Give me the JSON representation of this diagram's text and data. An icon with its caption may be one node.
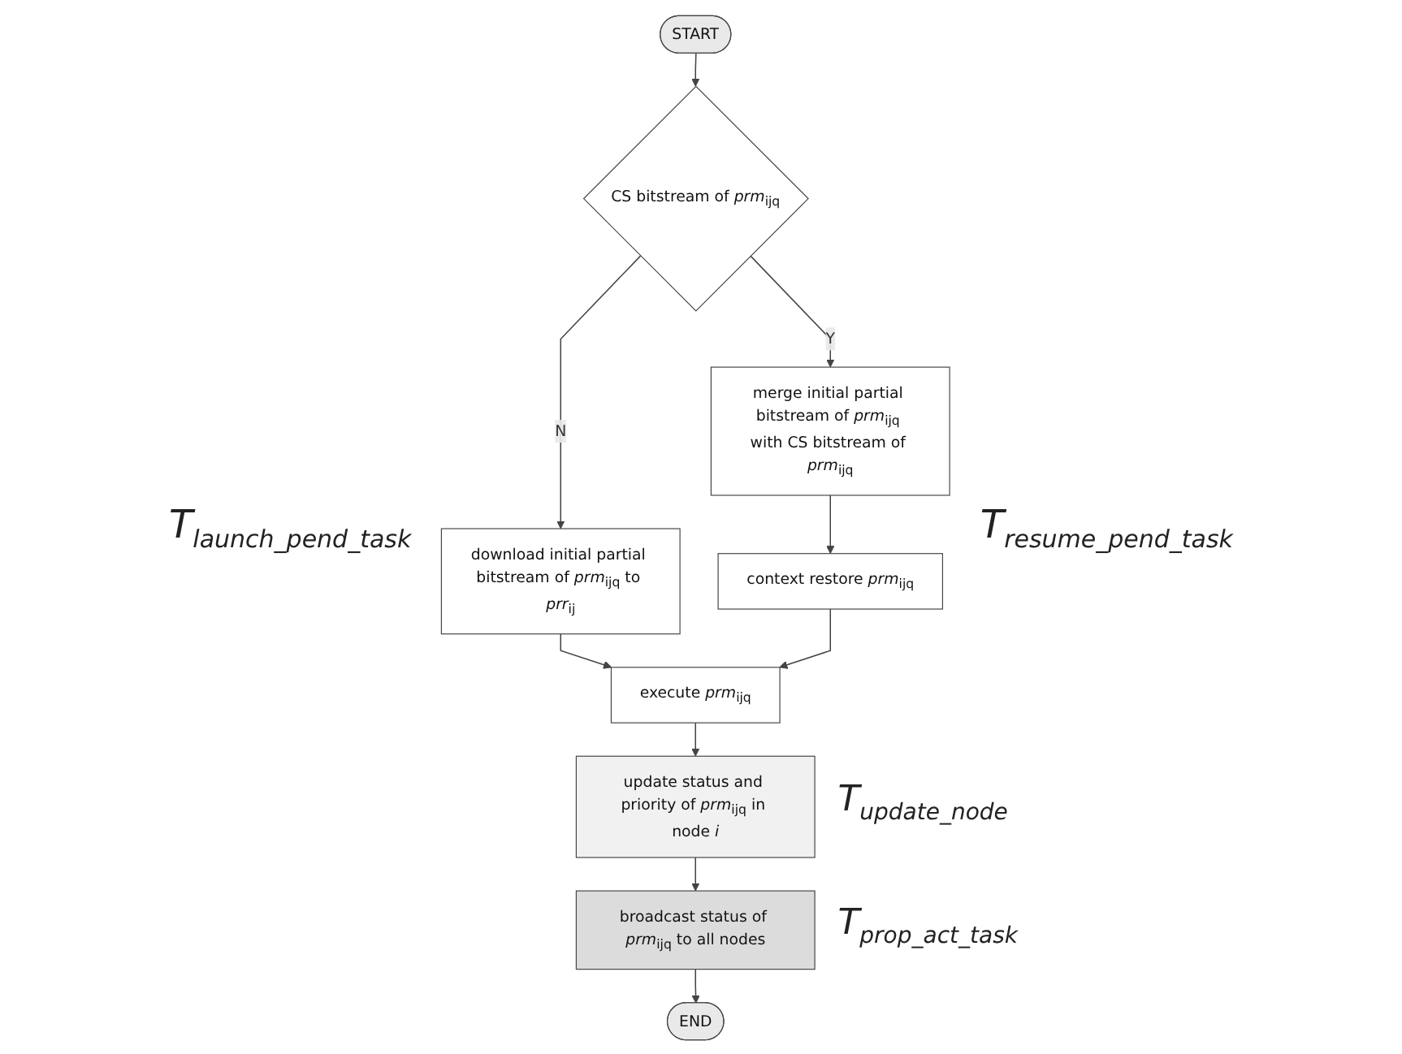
{
  "diagram": {
    "nodes": [
      {
        "text": [
          "START"
        ]
      },
      {
        "text": [
          "CS bitstream of *prm*$_{ijq}$"
        ]
      },
      {
        "text": [
          "download initial partial bitstream of *prm*$_{ijq}$ to *prr*$_{ij}$"
        ]
      },
      {
        "text": [
          "merge initial partial bitstream of *prm*$_{ijq}$ with CS bitstream of *prm*$_{ijq}$"
        ]
      },
      {
        "text": [
          "context restore *prm*$_{ijq}$"
        ]
      },
      {
        "text": [
          "execute *prm*$_{ijq}$"
        ]
      },
      {
        "text": [
          "update status and priority of *prm*$_{ijq}$ in node *i*"
        ],
        "beside": [
          "T$_{update_node}$"
        ]
      },
      {
        "text": [
          "broadcast status of *prm*$_{ijq}$ to all nodes"
        ],
        "beside": [
          "T$_{prop_act_task}$"
        ]
      },
      {
        "text": [
          "END"
        ]
      }
    ],
    "edges": [
      {
        "from": 0,
        "to": 1,
        "arrow": "to"
      },
      {
        "from": 1,
        "to": 2,
        "arrow": "to",
        "label": "N"
      },
      {
        "from": 1,
        "to": 3,
        "arrow": "to",
        "label": "Y"
      },
      {
        "from": 3,
        "to": 4,
        "arrow": "to"
      },
      {
        "from": 2,
        "to": 5,
        "arrow": "to"
      },
      {
        "from": 4,
        "to": 5,
        "arrow": "to"
      },
      {
        "from": 5,
        "to": 6,
        "arrow": "to"
      },
      {
        "from": 6,
        "to": 7,
        "arrow": "to"
      },
      {
        "from": 7,
        "to": 8,
        "arrow": "to"
      }
    ],
    "labels": [
      "T$_{launch_pend_task}$",
      "T$_{resume_pend_task}$"
    ]
  }
}
